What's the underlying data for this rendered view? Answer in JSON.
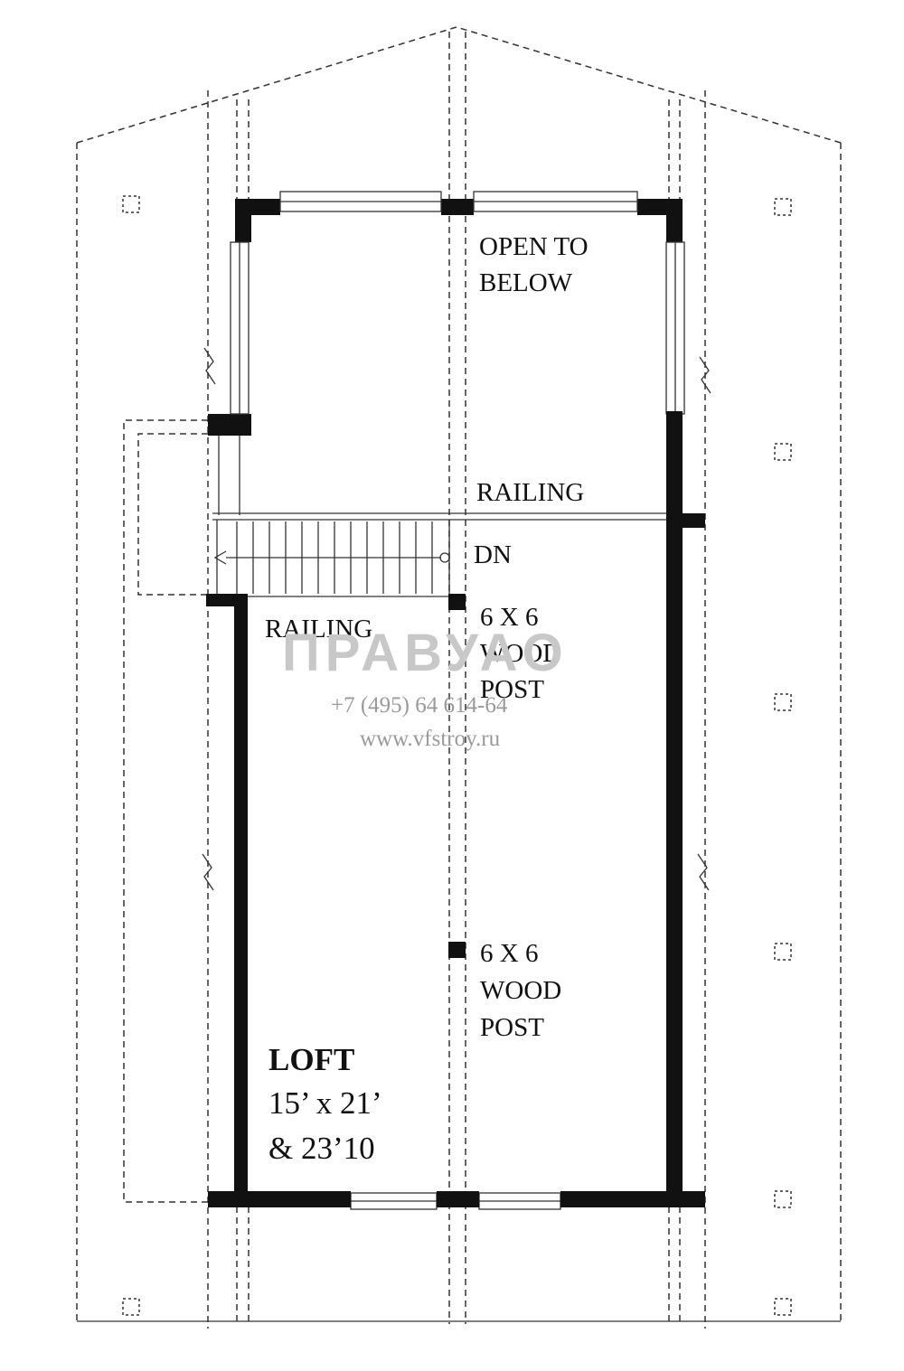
{
  "plan": {
    "rooms": {
      "open_to_below": {
        "line1": "OPEN TO",
        "line2": "BELOW"
      },
      "loft": {
        "name": "LOFT",
        "dims1": "15’ x 21’",
        "dims2": "& 23’10"
      }
    },
    "labels": {
      "railing_upper": "RAILING",
      "railing_lower": "RAILING",
      "stair_down": "DN",
      "post_upper": {
        "line1": "6 X 6",
        "line2": "WOOD",
        "line3": "POST"
      },
      "post_lower": {
        "line1": "6 X 6",
        "line2": "WOOD",
        "line3": "POST"
      }
    },
    "watermark": {
      "brand": "ПРАВУАО",
      "phone": "+7 (495) 64 614-64",
      "url": "www.vfstroy.ru"
    }
  }
}
